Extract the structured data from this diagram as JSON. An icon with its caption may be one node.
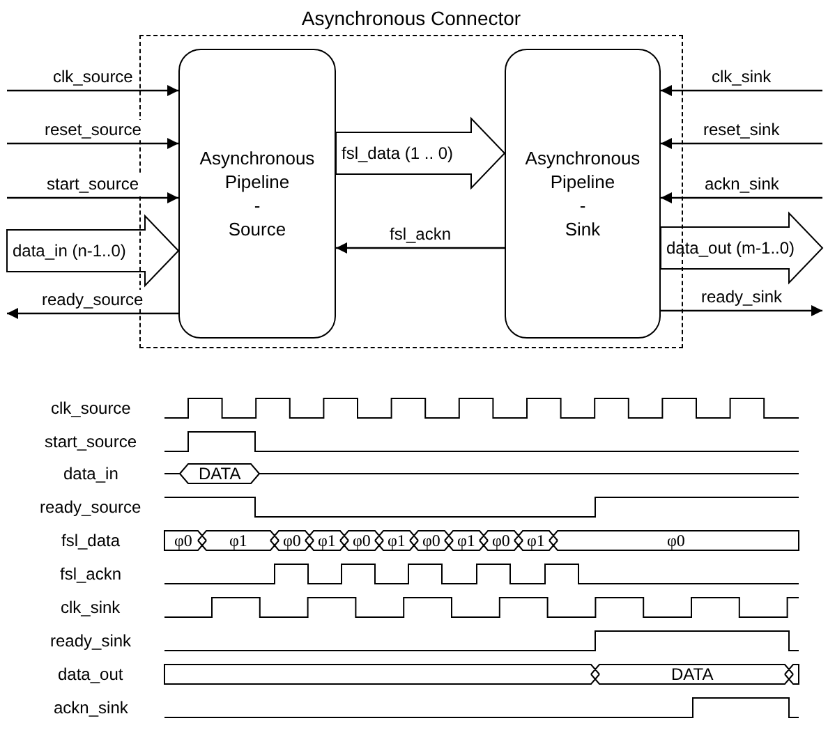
{
  "diagram": {
    "nodes": [
      {
        "text": [
          "Asynchronous Connector"
        ]
      },
      {
        "text": [
          "Asynchronous Pipeline - Source"
        ],
        "in": 0
      },
      {
        "text": [
          "Asynchronous Pipeline - Sink"
        ],
        "in": 0
      }
    ],
    "edges": [
      {
        "from": null,
        "to": 1,
        "arrow": "to",
        "label": "clk_source"
      },
      {
        "from": null,
        "to": 1,
        "arrow": "to",
        "label": "reset_source"
      },
      {
        "from": null,
        "to": 1,
        "arrow": "to",
        "label": "start_source"
      },
      {
        "from": null,
        "to": 1,
        "arrow": "to",
        "label": "data_in (n-1..0)",
        "style": "thick"
      },
      {
        "from": 1,
        "to": null,
        "arrow": "to",
        "label": "ready_source"
      },
      {
        "from": 1,
        "to": 2,
        "arrow": "to",
        "label": "fsl_data (1 .. 0)",
        "style": "thick"
      },
      {
        "from": 2,
        "to": 1,
        "arrow": "to",
        "label": "fsl_ackn"
      },
      {
        "from": null,
        "to": 2,
        "arrow": "to",
        "label": "clk_sink"
      },
      {
        "from": null,
        "to": 2,
        "arrow": "to",
        "label": "reset_sink"
      },
      {
        "from": null,
        "to": 2,
        "arrow": "to",
        "label": "ackn_sink"
      },
      {
        "from": 2,
        "to": null,
        "arrow": "to",
        "label": "data_out (m-1..0)",
        "style": "thick"
      },
      {
        "from": 2,
        "to": null,
        "arrow": "to",
        "label": "ready_sink"
      }
    ],
    "labels": [
      "clk_source",
      "start_source",
      "data_in",
      "DATA",
      "ready_source",
      "fsl_data",
      "φ0",
      "φ1",
      "φ0",
      "φ1",
      "φ0",
      "φ1",
      "φ0",
      "φ1",
      "φ0",
      "φ1",
      "φ0",
      "fsl_ackn",
      "clk_sink",
      "ready_sink",
      "data_out",
      "DATA",
      "ackn_sink"
    ]
  }
}
